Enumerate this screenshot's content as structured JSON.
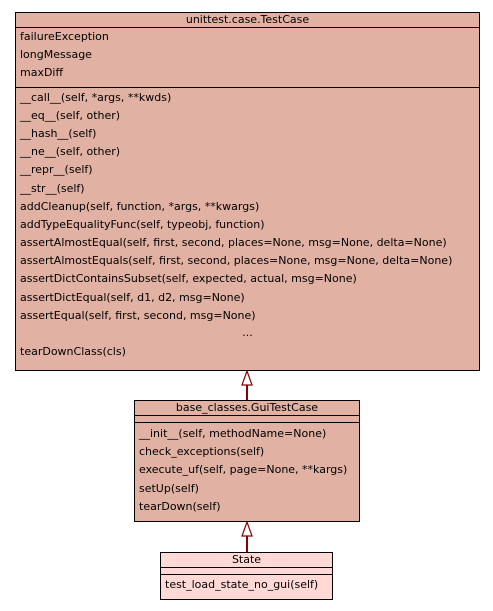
{
  "colors": {
    "base_class_fill": "#e1b1a3",
    "leaf_class_fill": "#fed9d6",
    "inheritance_line": "#8b0000",
    "border": "#000000"
  },
  "classes": {
    "testcase": {
      "name": "unittest.case.TestCase",
      "attributes": [
        "failureException",
        "longMessage",
        "maxDiff"
      ],
      "methods": [
        "__call__(self, *args, **kwds)",
        "__eq__(self, other)",
        "__hash__(self)",
        "__ne__(self, other)",
        "__repr__(self)",
        "__str__(self)",
        "addCleanup(self, function, *args, **kwargs)",
        "addTypeEqualityFunc(self, typeobj, function)",
        "assertAlmostEqual(self, first, second, places=None, msg=None, delta=None)",
        "assertAlmostEquals(self, first, second, places=None, msg=None, delta=None)",
        "assertDictContainsSubset(self, expected, actual, msg=None)",
        "assertDictEqual(self, d1, d2, msg=None)",
        "assertEqual(self, first, second, msg=None)"
      ],
      "ellipsis": "...",
      "last_method": "tearDownClass(cls)"
    },
    "guitestcase": {
      "name": "base_classes.GuiTestCase",
      "methods": [
        "__init__(self, methodName=None)",
        "check_exceptions(self)",
        "execute_uf(self, page=None, **kargs)",
        "setUp(self)",
        "tearDown(self)"
      ]
    },
    "state": {
      "name": "State",
      "methods": [
        "test_load_state_no_gui(self)"
      ]
    }
  },
  "relations": [
    {
      "child": "base_classes.GuiTestCase",
      "parent": "unittest.case.TestCase",
      "type": "inheritance"
    },
    {
      "child": "State",
      "parent": "base_classes.GuiTestCase",
      "type": "inheritance"
    }
  ]
}
